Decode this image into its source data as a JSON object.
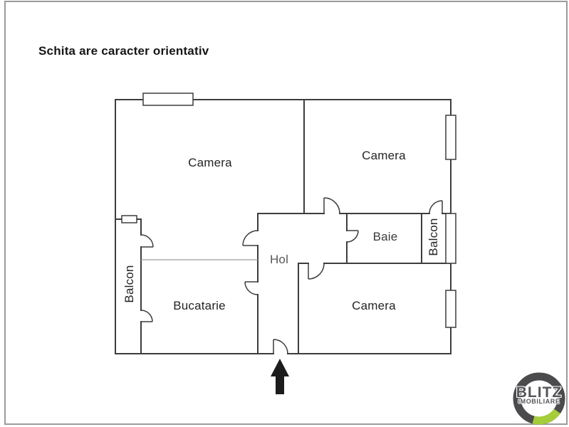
{
  "disclaimer": "Schita are caracter orientativ",
  "plan": {
    "rooms": [
      {
        "id": "camera-top-left",
        "label": "Camera"
      },
      {
        "id": "camera-top-right",
        "label": "Camera"
      },
      {
        "id": "baie",
        "label": "Baie"
      },
      {
        "id": "balcon-right",
        "label": "Balcon"
      },
      {
        "id": "hol",
        "label": "Hol"
      },
      {
        "id": "balcon-left",
        "label": "Balcon"
      },
      {
        "id": "bucatarie",
        "label": "Bucatarie"
      },
      {
        "id": "camera-bottom",
        "label": "Camera"
      }
    ],
    "entrance_arrow": "entrance-direction"
  },
  "logo": {
    "brand": "BLITZ",
    "sub": "IMOBILIARE"
  },
  "colors": {
    "wall": "#3d3d3d",
    "thin_wall": "#9a9a9a",
    "canvas_border": "#9b9b9b",
    "arrow": "#1c1c1c",
    "logo_ring": "#4b4b4d",
    "logo_green": "#a5cd39",
    "logo_text": "#55565a"
  }
}
